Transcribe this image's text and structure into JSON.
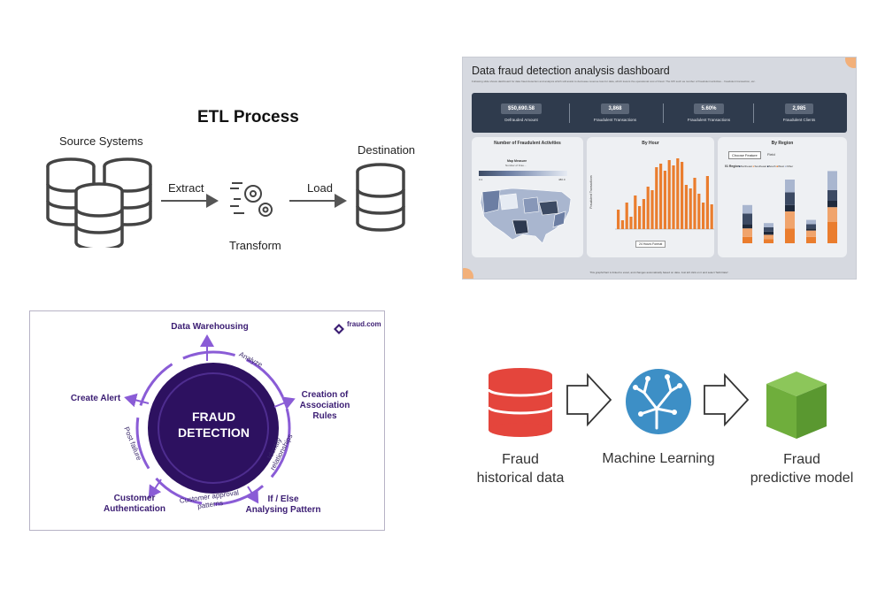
{
  "etl": {
    "title": "ETL Process",
    "source_label": "Source Systems",
    "extract_label": "Extract",
    "transform_label": "Transform",
    "load_label": "Load",
    "destination_label": "Destination"
  },
  "dashboard": {
    "title": "Data fraud detection analysis dashboard",
    "subtitle": "Following slide shows dashboard for data fraud detection and analysis which will assist to decrease revenue loss for data, which lowers the operational cost of fraud. The KPI such as number of fraudulent activities... fraudulent transaction, etc.",
    "kpis": [
      {
        "value": "$50,690.58",
        "label": "Defrauded Amount"
      },
      {
        "value": "3,868",
        "label": "Fraudulent Transactions"
      },
      {
        "value": "5.60%",
        "label": "Fraudulent Transactions"
      },
      {
        "value": "2,985",
        "label": "Fraudulent Clients"
      }
    ],
    "map_card": {
      "title": "Number of Fraudulent Activities",
      "map_title": "Map Measure",
      "map_sub": "Number of Frau...",
      "scale_min": "0.1",
      "scale_max": "480.0"
    },
    "hour_card": {
      "title": "By Hour",
      "ylabel": "Fraudulent Transactions",
      "button": "24 Hours Format"
    },
    "region_card": {
      "title": "By Region",
      "button": "Choose Feature",
      "button_value": "Field",
      "legend_title": "01 Region",
      "legend": [
        "Northeast",
        "Southeast",
        "South",
        "West",
        "Other"
      ]
    },
    "footer": "This graph/chart is linked to excel, and changes automatically based on data. Just left click on it and select \"Edit Data\"."
  },
  "fraud_cycle": {
    "center_line1": "FRAUD",
    "center_line2": "DETECTION",
    "brand": "fraud.com",
    "data_warehousing": "Data Warehousing",
    "analyze": "Analyze",
    "creation_1": "Creation of",
    "creation_2": "Association",
    "creation_3": "Rules",
    "identify_1": "Identify",
    "identify_2": "relationships",
    "ifelse_1": "If / Else",
    "ifelse_2": "Analysing Pattern",
    "approval_1": "Customer approval",
    "approval_2": "patterns",
    "auth_1": "Customer",
    "auth_2": "Authentication",
    "post_failure": "Post failure",
    "create_alert": "Create Alert"
  },
  "ml_flow": {
    "input_1": "Fraud",
    "input_2": "historical data",
    "model": "Machine Learning",
    "output_1": "Fraud",
    "output_2": "predictive model"
  },
  "colors": {
    "fraud_purple": "#3b1d73",
    "db_red": "#e4453c",
    "ml_blue": "#3d8fc6",
    "cube_green": "#6fae3c",
    "bar_orange": "#ea7d2e",
    "kpi_dark": "#2f3b4d"
  }
}
